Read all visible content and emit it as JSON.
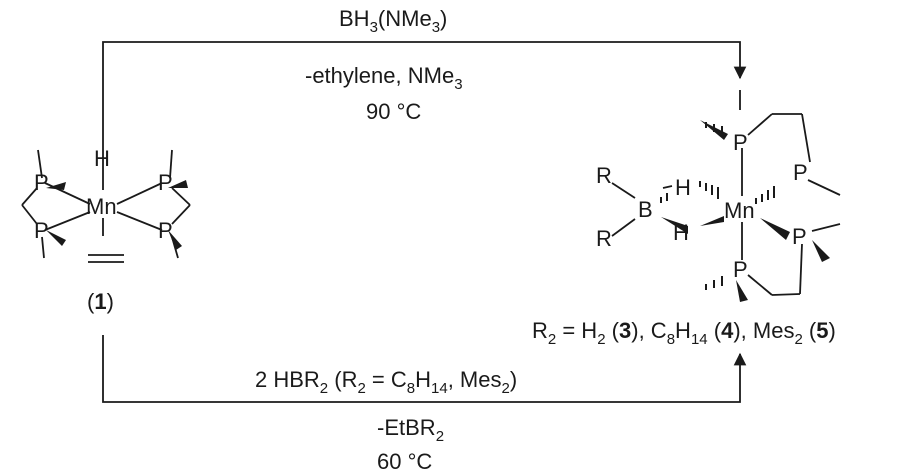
{
  "top_route": {
    "reagent": "BH3(NMe3)",
    "byproducts": "-ethylene, NMe3",
    "temperature": "90 °C"
  },
  "bottom_route": {
    "reagent": "2 HBR2 (R2 = C8H14, Mes2)",
    "byproduct": "-EtBR2",
    "temperature": "60 °C"
  },
  "reactant": {
    "label": "(1)",
    "number": "1",
    "atoms": {
      "metal": "Mn",
      "hydride": "H",
      "phosphorus": "P"
    }
  },
  "product": {
    "caption": "R2 = H2 (3), C8H14 (4), Mes2 (5)",
    "numbers": [
      "3",
      "4",
      "5"
    ],
    "atoms": {
      "metal": "Mn",
      "boron": "B",
      "substituent": "R",
      "hydride": "H",
      "phosphorus": "P"
    }
  },
  "colors": {
    "ink": "#1a1a1a",
    "background": "#ffffff"
  }
}
